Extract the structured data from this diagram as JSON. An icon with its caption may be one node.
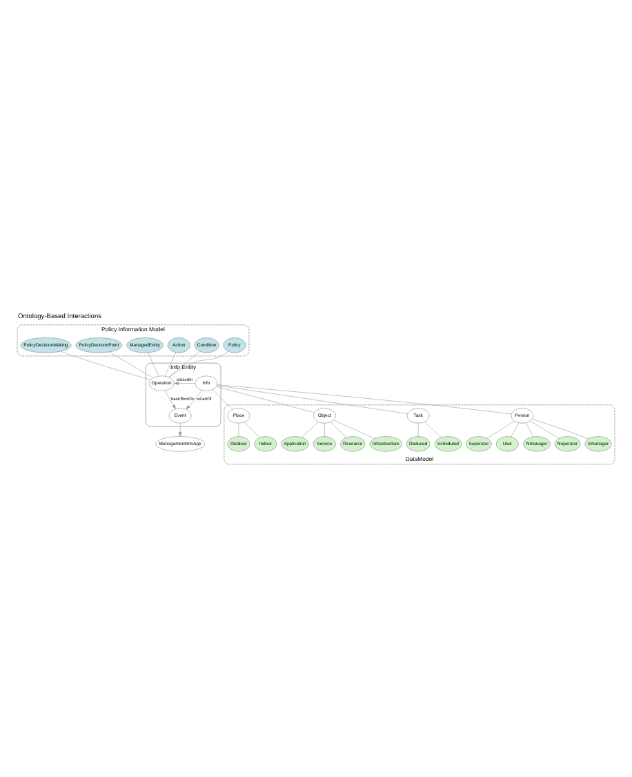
{
  "diagram": {
    "title": "Ontology-Based Interactions",
    "nodes": [
      {
        "text": [
          "Policy Information Model"
        ]
      },
      {
        "text": [
          "PolicyDecisionMaking"
        ],
        "in": 0
      },
      {
        "text": [
          "PolicyDecisionPoint"
        ],
        "in": 0
      },
      {
        "text": [
          "ManagedEntity"
        ],
        "in": 0
      },
      {
        "text": [
          "Action"
        ],
        "in": 0
      },
      {
        "text": [
          "Condition"
        ],
        "in": 0
      },
      {
        "text": [
          "Policy"
        ],
        "in": 0
      },
      {
        "text": [
          "Info Entity"
        ]
      },
      {
        "text": [
          "Operation"
        ],
        "in": 7
      },
      {
        "text": [
          "Event"
        ],
        "in": 7
      },
      {
        "text": [
          "Info"
        ],
        "in": 7
      },
      {
        "text": [
          "ManagementInfoApp"
        ]
      },
      {
        "text": [
          "DataModel"
        ]
      },
      {
        "text": [
          "Place"
        ],
        "in": 12
      },
      {
        "text": [
          "Object"
        ],
        "in": 12
      },
      {
        "text": [
          "Task"
        ],
        "in": 12
      },
      {
        "text": [
          "Person"
        ],
        "in": 12
      },
      {
        "text": [
          "Outdoor"
        ],
        "in": 12
      },
      {
        "text": [
          "Indoor"
        ],
        "in": 12
      },
      {
        "text": [
          "Resource"
        ],
        "in": 12
      },
      {
        "text": [
          "Infrastructure"
        ],
        "in": 12
      },
      {
        "text": [
          "Application"
        ],
        "in": 12
      },
      {
        "text": [
          "Service"
        ],
        "in": 12
      },
      {
        "text": [
          "Deduced"
        ],
        "in": 12
      },
      {
        "text": [
          "Scheduled"
        ],
        "in": 12
      },
      {
        "text": [
          "Nmanager"
        ],
        "in": 12
      },
      {
        "text": [
          "Noperator"
        ],
        "in": 12
      },
      {
        "text": [
          "Smanager"
        ],
        "in": 12
      },
      {
        "text": [
          "Soperator"
        ],
        "in": 12
      },
      {
        "text": [
          "User"
        ],
        "in": 12
      }
    ],
    "edges": [
      {
        "from": 1,
        "to": 8,
        "arrow": "none"
      },
      {
        "from": 2,
        "to": 8,
        "arrow": "none"
      },
      {
        "from": 3,
        "to": 8,
        "arrow": "none"
      },
      {
        "from": 4,
        "to": 8,
        "arrow": "none"
      },
      {
        "from": 5,
        "to": 8,
        "arrow": "none"
      },
      {
        "from": 6,
        "to": 8,
        "arrow": "none"
      },
      {
        "from": 10,
        "to": 8,
        "arrow": "to",
        "label": "isUsedIn"
      },
      {
        "from": 8,
        "to": 9,
        "arrow": "to",
        "label": "hasEffectOn"
      },
      {
        "from": 10,
        "to": 9,
        "arrow": "to",
        "label": "isPartOf"
      },
      {
        "from": 9,
        "to": 11,
        "arrow": "to"
      },
      {
        "from": 10,
        "to": 13,
        "arrow": "none"
      },
      {
        "from": 10,
        "to": 14,
        "arrow": "none"
      },
      {
        "from": 10,
        "to": 15,
        "arrow": "none"
      },
      {
        "from": 10,
        "to": 16,
        "arrow": "none"
      },
      {
        "from": 13,
        "to": 17,
        "arrow": "none"
      },
      {
        "from": 13,
        "to": 18,
        "arrow": "none"
      },
      {
        "from": 14,
        "to": 19,
        "arrow": "none"
      },
      {
        "from": 14,
        "to": 20,
        "arrow": "none"
      },
      {
        "from": 14,
        "to": 21,
        "arrow": "none"
      },
      {
        "from": 14,
        "to": 22,
        "arrow": "none"
      },
      {
        "from": 15,
        "to": 23,
        "arrow": "none"
      },
      {
        "from": 15,
        "to": 24,
        "arrow": "none"
      },
      {
        "from": 16,
        "to": 25,
        "arrow": "none"
      },
      {
        "from": 16,
        "to": 26,
        "arrow": "none"
      },
      {
        "from": 16,
        "to": 27,
        "arrow": "none"
      },
      {
        "from": 16,
        "to": 28,
        "arrow": "none"
      },
      {
        "from": 16,
        "to": 29,
        "arrow": "none"
      }
    ]
  }
}
